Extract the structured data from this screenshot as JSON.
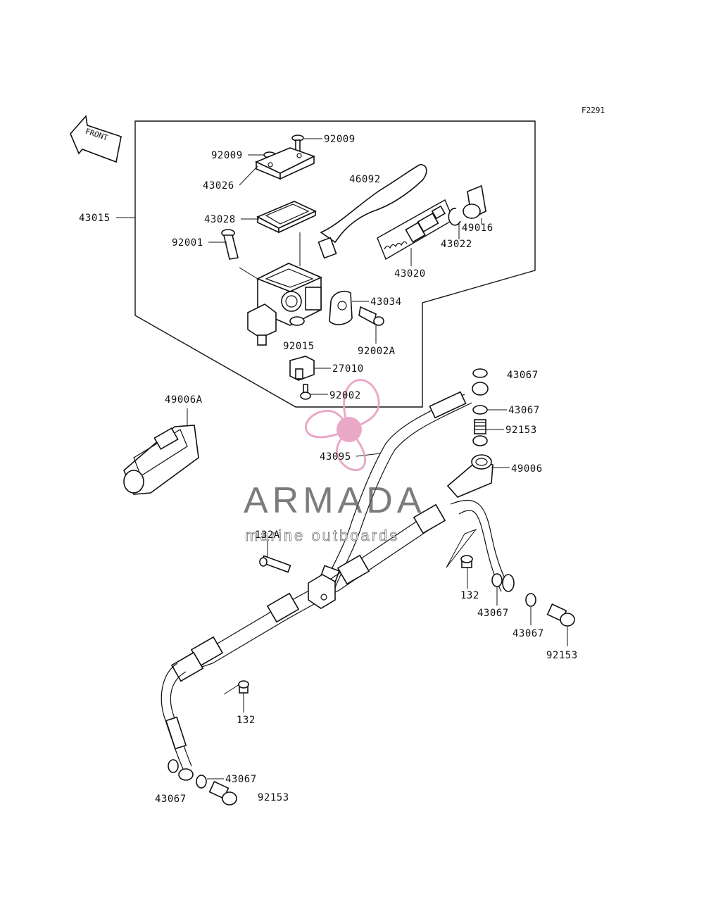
{
  "diagram_code": "F2291",
  "front_label": "FRONT",
  "watermark": {
    "title": "ARMADA",
    "subtitle": "marine outboards",
    "color": "#e8a0c0"
  },
  "callouts": [
    {
      "id": "c-92009-top",
      "text": "92009"
    },
    {
      "id": "c-92009-left",
      "text": "92009"
    },
    {
      "id": "c-43026",
      "text": "43026"
    },
    {
      "id": "c-46092",
      "text": "46092"
    },
    {
      "id": "c-43015",
      "text": "43015"
    },
    {
      "id": "c-43028",
      "text": "43028"
    },
    {
      "id": "c-49016",
      "text": "49016"
    },
    {
      "id": "c-92001",
      "text": "92001"
    },
    {
      "id": "c-43022",
      "text": "43022"
    },
    {
      "id": "c-43020",
      "text": "43020"
    },
    {
      "id": "c-43034",
      "text": "43034"
    },
    {
      "id": "c-92015",
      "text": "92015"
    },
    {
      "id": "c-92002A",
      "text": "92002A"
    },
    {
      "id": "c-27010",
      "text": "27010"
    },
    {
      "id": "c-43067-a",
      "text": "43067"
    },
    {
      "id": "c-92002",
      "text": "92002"
    },
    {
      "id": "c-49006A",
      "text": "49006A"
    },
    {
      "id": "c-43067-b",
      "text": "43067"
    },
    {
      "id": "c-92153-a",
      "text": "92153"
    },
    {
      "id": "c-43095",
      "text": "43095"
    },
    {
      "id": "c-49006",
      "text": "49006"
    },
    {
      "id": "c-132A",
      "text": "132A"
    },
    {
      "id": "c-132-a",
      "text": "132"
    },
    {
      "id": "c-43067-c",
      "text": "43067"
    },
    {
      "id": "c-43067-d",
      "text": "43067"
    },
    {
      "id": "c-92153-b",
      "text": "92153"
    },
    {
      "id": "c-132-b",
      "text": "132"
    },
    {
      "id": "c-43067-e",
      "text": "43067"
    },
    {
      "id": "c-43067-f",
      "text": "43067"
    },
    {
      "id": "c-92153-c",
      "text": "92153"
    }
  ]
}
